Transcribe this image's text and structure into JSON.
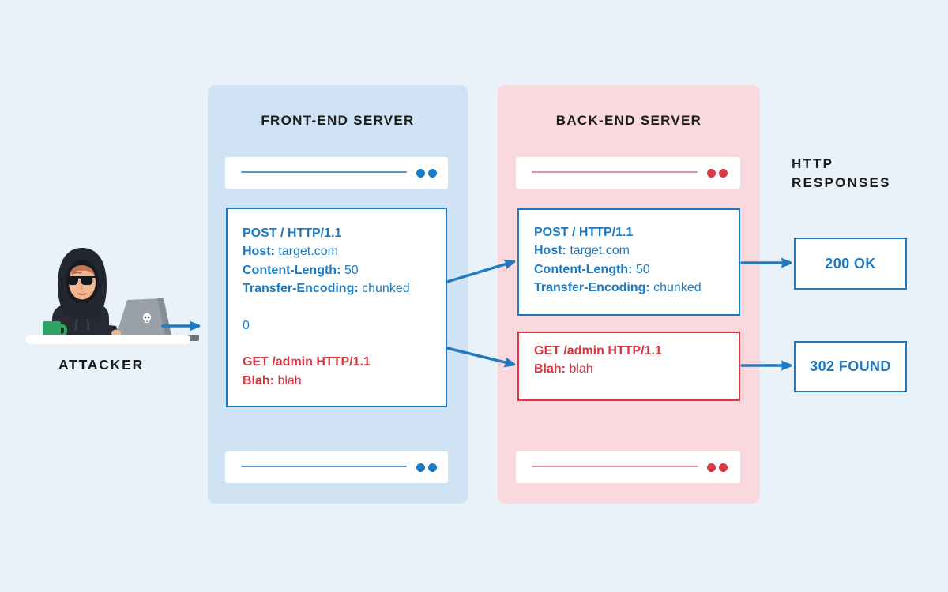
{
  "colors": {
    "background": "#e9f1f9",
    "panel_blue": "#cfe3f4",
    "panel_pink": "#f9d9dd",
    "blue": "#1c7ac2",
    "arrow": "#1f7ac4",
    "red": "#d8353f",
    "red_dot": "#d83a44",
    "bar_line_blue": "#5797d1",
    "bar_line_red": "#e4929a",
    "title_text": "#1c1c1c"
  },
  "attacker": {
    "label": "ATTACKER"
  },
  "frontend": {
    "title": "FRONT-END SERVER",
    "request": {
      "lines": [
        {
          "bold": "POST / HTTP/1.1",
          "normal": ""
        },
        {
          "bold": "Host:",
          "normal": " target.com"
        },
        {
          "bold": "Content-Length:",
          "normal": " 50"
        },
        {
          "bold": "Transfer-Encoding:",
          "normal": " chunked"
        },
        {
          "bold": "",
          "normal": ""
        },
        {
          "bold": "",
          "normal": "0"
        },
        {
          "bold": "",
          "normal": ""
        },
        {
          "bold": "GET /admin HTTP/1.1",
          "normal": ""
        },
        {
          "bold": "Blah:",
          "normal": " blah"
        }
      ]
    }
  },
  "backend": {
    "title": "BACK-END SERVER",
    "post_request": {
      "lines": [
        {
          "bold": "POST / HTTP/1.1",
          "normal": ""
        },
        {
          "bold": "Host:",
          "normal": " target.com"
        },
        {
          "bold": "Content-Length:",
          "normal": " 50"
        },
        {
          "bold": "Transfer-Encoding:",
          "normal": " chunked"
        }
      ]
    },
    "smuggled_request": {
      "lines": [
        {
          "bold": "GET /admin HTTP/1.1",
          "normal": ""
        },
        {
          "bold": "Blah:",
          "normal": " blah"
        }
      ]
    }
  },
  "responses": {
    "title": "HTTP RESPONSES",
    "items": [
      {
        "label": "200 OK"
      },
      {
        "label": "302 FOUND"
      }
    ]
  }
}
